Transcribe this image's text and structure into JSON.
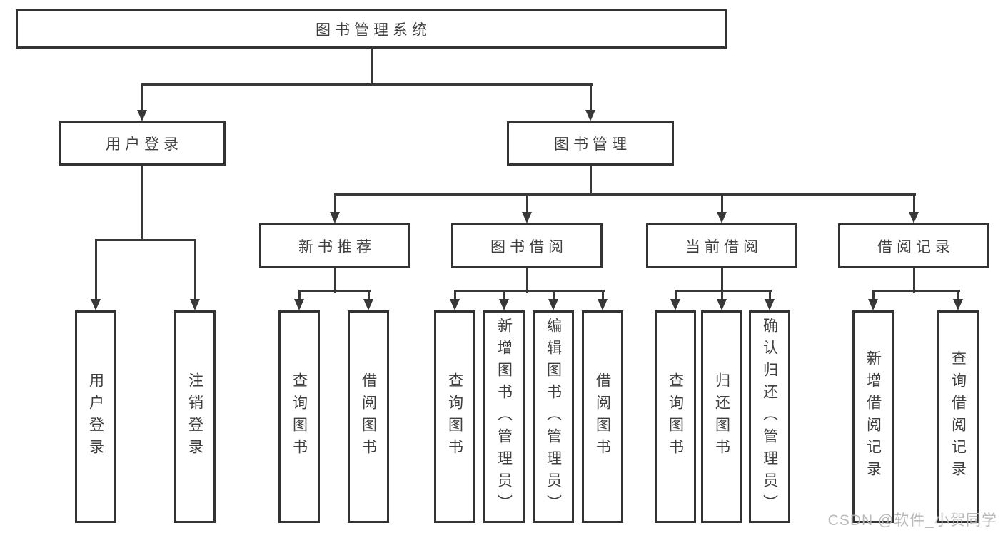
{
  "diagram": {
    "title": "图书管理系统",
    "root": {
      "label": "图书管理系统"
    },
    "branches": [
      {
        "label": "用户登录",
        "children": [
          {
            "label": "用户登录"
          },
          {
            "label": "注销登录"
          }
        ]
      },
      {
        "label": "图书管理",
        "children": [
          {
            "label": "新书推荐",
            "children": [
              {
                "label": "查询图书"
              },
              {
                "label": "借阅图书"
              }
            ]
          },
          {
            "label": "图书借阅",
            "children": [
              {
                "label": "查询图书"
              },
              {
                "label": "新增图书（管理员）"
              },
              {
                "label": "编辑图书（管理员）"
              },
              {
                "label": "借阅图书"
              }
            ]
          },
          {
            "label": "当前借阅",
            "children": [
              {
                "label": "查询图书"
              },
              {
                "label": "归还图书"
              },
              {
                "label": "确认归还（管理员）"
              }
            ]
          },
          {
            "label": "借阅记录",
            "children": [
              {
                "label": "新增借阅记录"
              },
              {
                "label": "查询借阅记录"
              }
            ]
          }
        ]
      }
    ]
  },
  "watermark": {
    "text": "CSDN @软件_小贺同学"
  },
  "colors": {
    "line": "#383838",
    "border": "#333333",
    "text": "#3f3f3f",
    "watermark": "#b5b5b5",
    "background": "#ffffff"
  }
}
